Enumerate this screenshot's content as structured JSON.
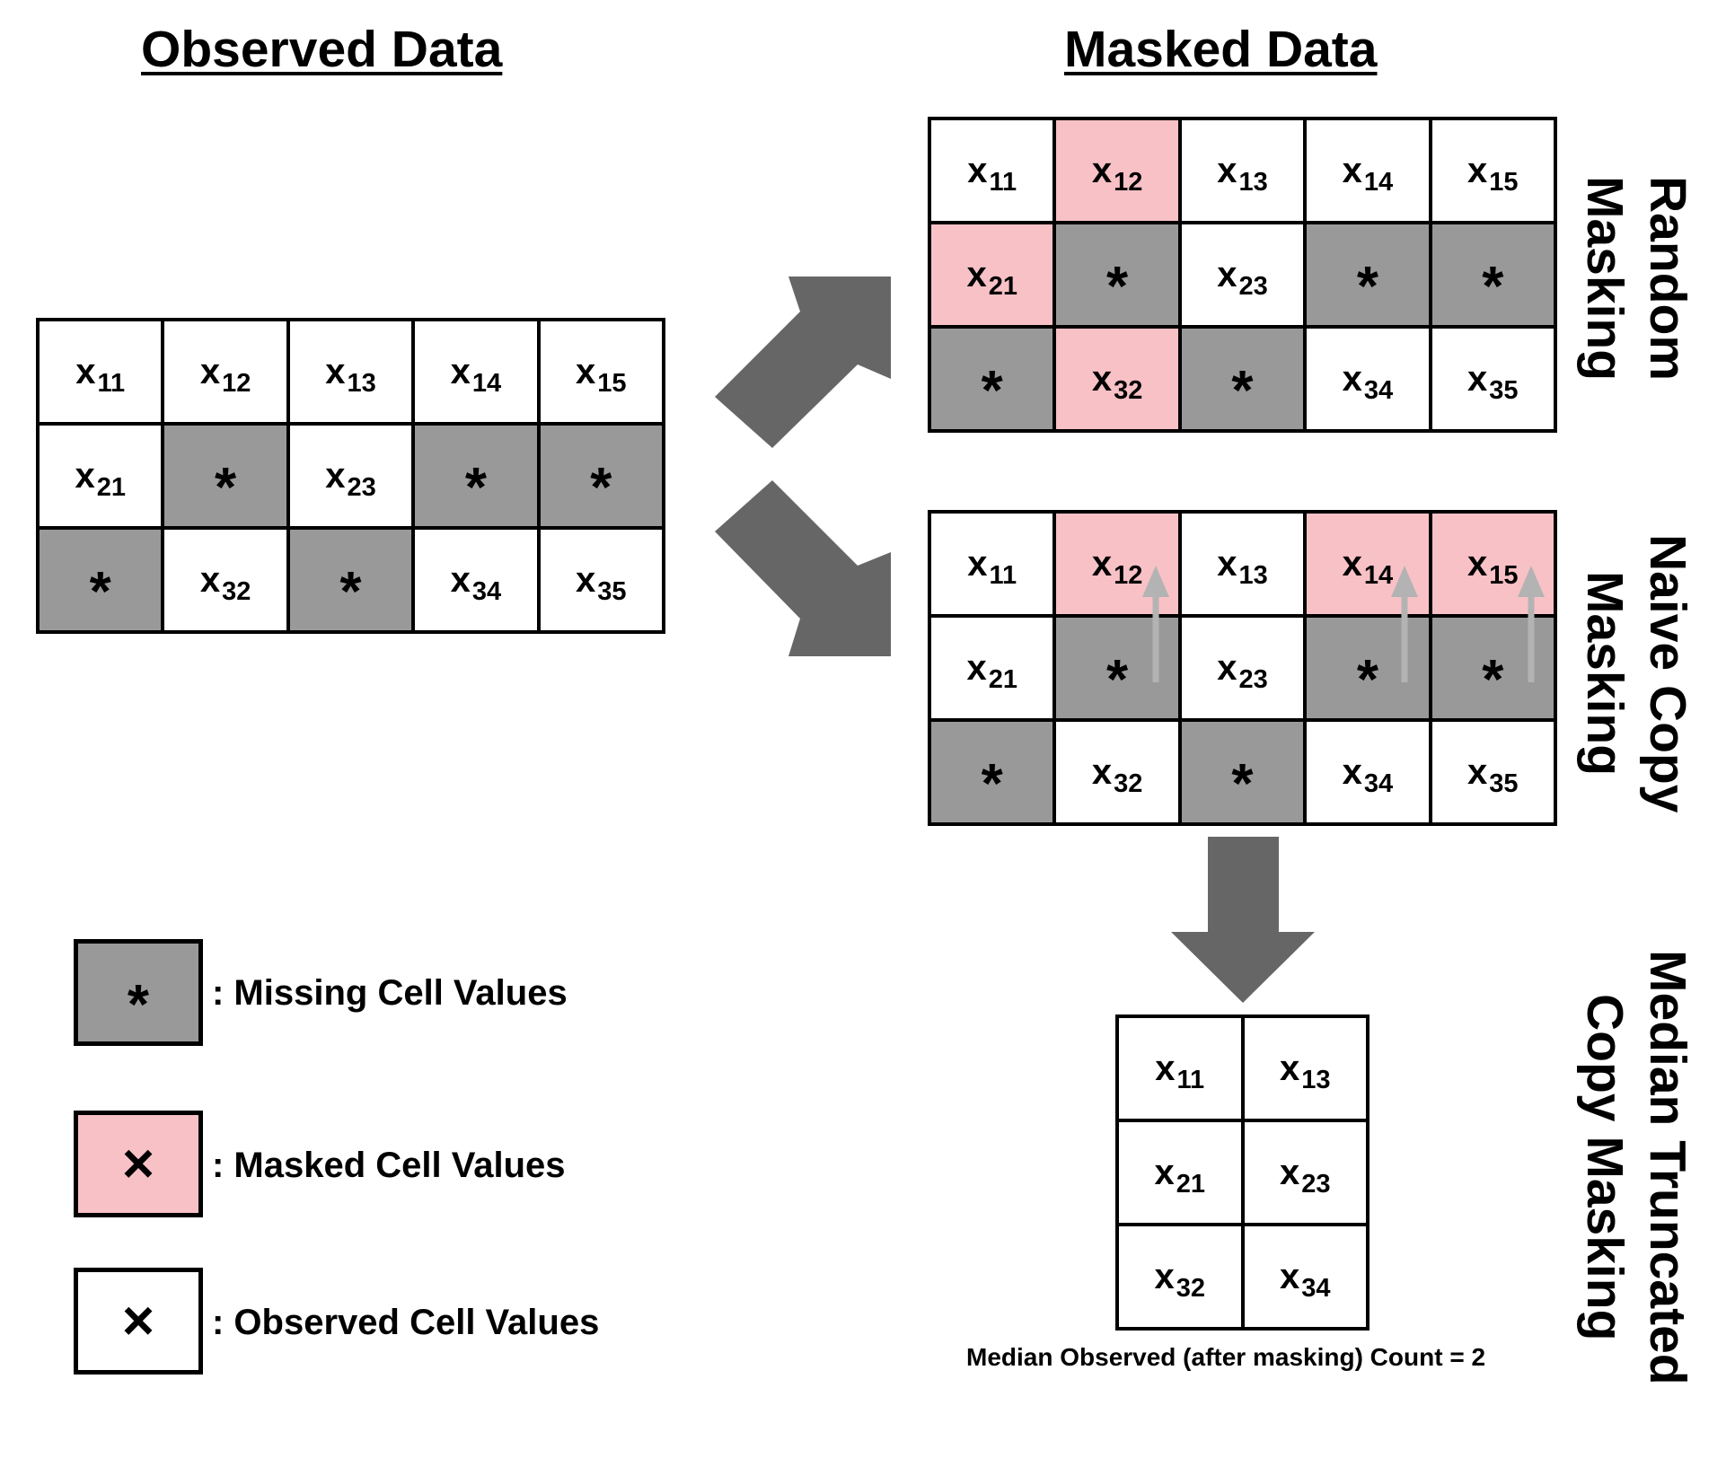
{
  "headings": {
    "observed": "Observed Data",
    "masked": "Masked Data"
  },
  "colors": {
    "missing": "#999999",
    "masked": "#f8c1c6",
    "observed": "#ffffff",
    "arrow": "#666666",
    "copy_arrow": "#b3b3b3"
  },
  "symbols": {
    "missing": "*",
    "observed": "x"
  },
  "grids": {
    "observed_data": {
      "rows": [
        [
          {
            "state": "observed",
            "sub": "11"
          },
          {
            "state": "observed",
            "sub": "12"
          },
          {
            "state": "observed",
            "sub": "13"
          },
          {
            "state": "observed",
            "sub": "14"
          },
          {
            "state": "observed",
            "sub": "15"
          }
        ],
        [
          {
            "state": "observed",
            "sub": "21"
          },
          {
            "state": "missing"
          },
          {
            "state": "observed",
            "sub": "23"
          },
          {
            "state": "missing"
          },
          {
            "state": "missing"
          }
        ],
        [
          {
            "state": "missing"
          },
          {
            "state": "observed",
            "sub": "32"
          },
          {
            "state": "missing"
          },
          {
            "state": "observed",
            "sub": "34"
          },
          {
            "state": "observed",
            "sub": "35"
          }
        ]
      ]
    },
    "random_masking": {
      "label": "Random\nMasking",
      "rows": [
        [
          {
            "state": "observed",
            "sub": "11"
          },
          {
            "state": "masked",
            "sub": "12"
          },
          {
            "state": "observed",
            "sub": "13"
          },
          {
            "state": "observed",
            "sub": "14"
          },
          {
            "state": "observed",
            "sub": "15"
          }
        ],
        [
          {
            "state": "masked",
            "sub": "21"
          },
          {
            "state": "missing"
          },
          {
            "state": "observed",
            "sub": "23"
          },
          {
            "state": "missing"
          },
          {
            "state": "missing"
          }
        ],
        [
          {
            "state": "missing"
          },
          {
            "state": "masked",
            "sub": "32"
          },
          {
            "state": "missing"
          },
          {
            "state": "observed",
            "sub": "34"
          },
          {
            "state": "observed",
            "sub": "35"
          }
        ]
      ]
    },
    "naive_copy_masking": {
      "label": "Naive Copy\nMasking",
      "rows": [
        [
          {
            "state": "observed",
            "sub": "11"
          },
          {
            "state": "masked",
            "sub": "12"
          },
          {
            "state": "observed",
            "sub": "13"
          },
          {
            "state": "masked",
            "sub": "14"
          },
          {
            "state": "masked",
            "sub": "15"
          }
        ],
        [
          {
            "state": "observed",
            "sub": "21"
          },
          {
            "state": "missing"
          },
          {
            "state": "observed",
            "sub": "23"
          },
          {
            "state": "missing"
          },
          {
            "state": "missing"
          }
        ],
        [
          {
            "state": "missing"
          },
          {
            "state": "observed",
            "sub": "32"
          },
          {
            "state": "missing"
          },
          {
            "state": "observed",
            "sub": "34"
          },
          {
            "state": "observed",
            "sub": "35"
          }
        ]
      ]
    },
    "median_truncated": {
      "label": "Median Truncated\nCopy Masking",
      "rows": [
        [
          {
            "state": "observed",
            "sub": "11"
          },
          {
            "state": "observed",
            "sub": "13"
          }
        ],
        [
          {
            "state": "observed",
            "sub": "21"
          },
          {
            "state": "observed",
            "sub": "23"
          }
        ],
        [
          {
            "state": "observed",
            "sub": "32"
          },
          {
            "state": "observed",
            "sub": "34"
          }
        ]
      ]
    }
  },
  "caption": "Median Observed (after masking) Count = 2",
  "legend": [
    {
      "state": "missing",
      "symbol": "*",
      "label": ": Missing Cell Values",
      "icon": "asterisk-icon"
    },
    {
      "state": "masked",
      "symbol": "×",
      "label": ": Masked Cell Values",
      "icon": "cross-icon"
    },
    {
      "state": "observed",
      "symbol": "×",
      "label": ": Observed Cell Values",
      "icon": "cross-icon"
    }
  ]
}
